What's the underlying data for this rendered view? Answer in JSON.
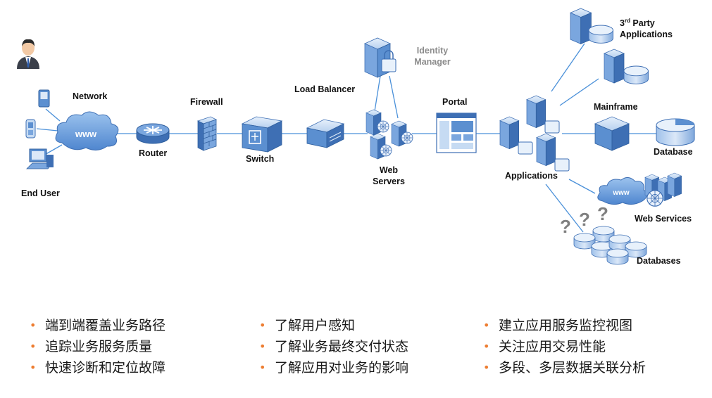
{
  "labels": {
    "network": "Network",
    "end_user": "End User",
    "router": "Router",
    "firewall": "Firewall",
    "switch": "Switch",
    "load_balancer": "Load Balancer",
    "identity_manager_1": "Identity",
    "identity_manager_2": "Manager",
    "web_servers_1": "Web",
    "web_servers_2": "Servers",
    "portal": "Portal",
    "applications": "Applications",
    "third_party_1": "3",
    "third_party_sup": "rd",
    "third_party_2": " Party",
    "third_party_3": "Applications",
    "mainframe": "Mainframe",
    "database": "Database",
    "web_services": "Web Services",
    "databases": "Databases",
    "www": "www"
  },
  "bullets": {
    "col1": [
      "端到端覆盖业务路径",
      "追踪业务服务质量",
      "快速诊断和定位故障"
    ],
    "col2": [
      "了解用户感知",
      "了解业务最终交付状态",
      "了解应用对业务的影响"
    ],
    "col3": [
      "建立应用服务监控视图",
      "关注应用交易性能",
      "多段、多层数据关联分析"
    ]
  },
  "bullet_marker": "•",
  "colors": {
    "icon_blue": "#5b8fd0",
    "icon_light": "#c6dbf3",
    "icon_dark": "#2f5f9e",
    "line": "#4a90d9",
    "accent": "#ed7d31"
  }
}
